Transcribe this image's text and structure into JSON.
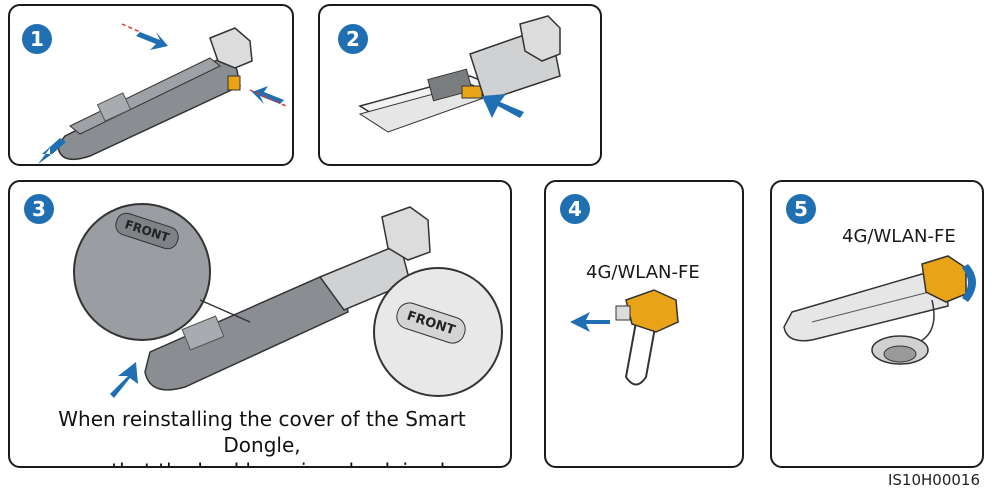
{
  "steps": [
    {
      "number": "1"
    },
    {
      "number": "2"
    },
    {
      "number": "3"
    },
    {
      "number": "4"
    },
    {
      "number": "5"
    }
  ],
  "panel3": {
    "caption_line1": "When reinstalling the cover of the Smart Dongle,",
    "caption_line2": "ensure that the buckle springs back in place.",
    "front_label": "FRONT"
  },
  "panel4": {
    "label": "4G/WLAN-FE"
  },
  "panel5": {
    "label": "4G/WLAN-FE"
  },
  "figure_code": "IS10H00016",
  "colors": {
    "badge": "#1f6fb2",
    "arrow": "#1f6fb2",
    "device_body": "#8a8d91",
    "connector": "#e8a317"
  }
}
